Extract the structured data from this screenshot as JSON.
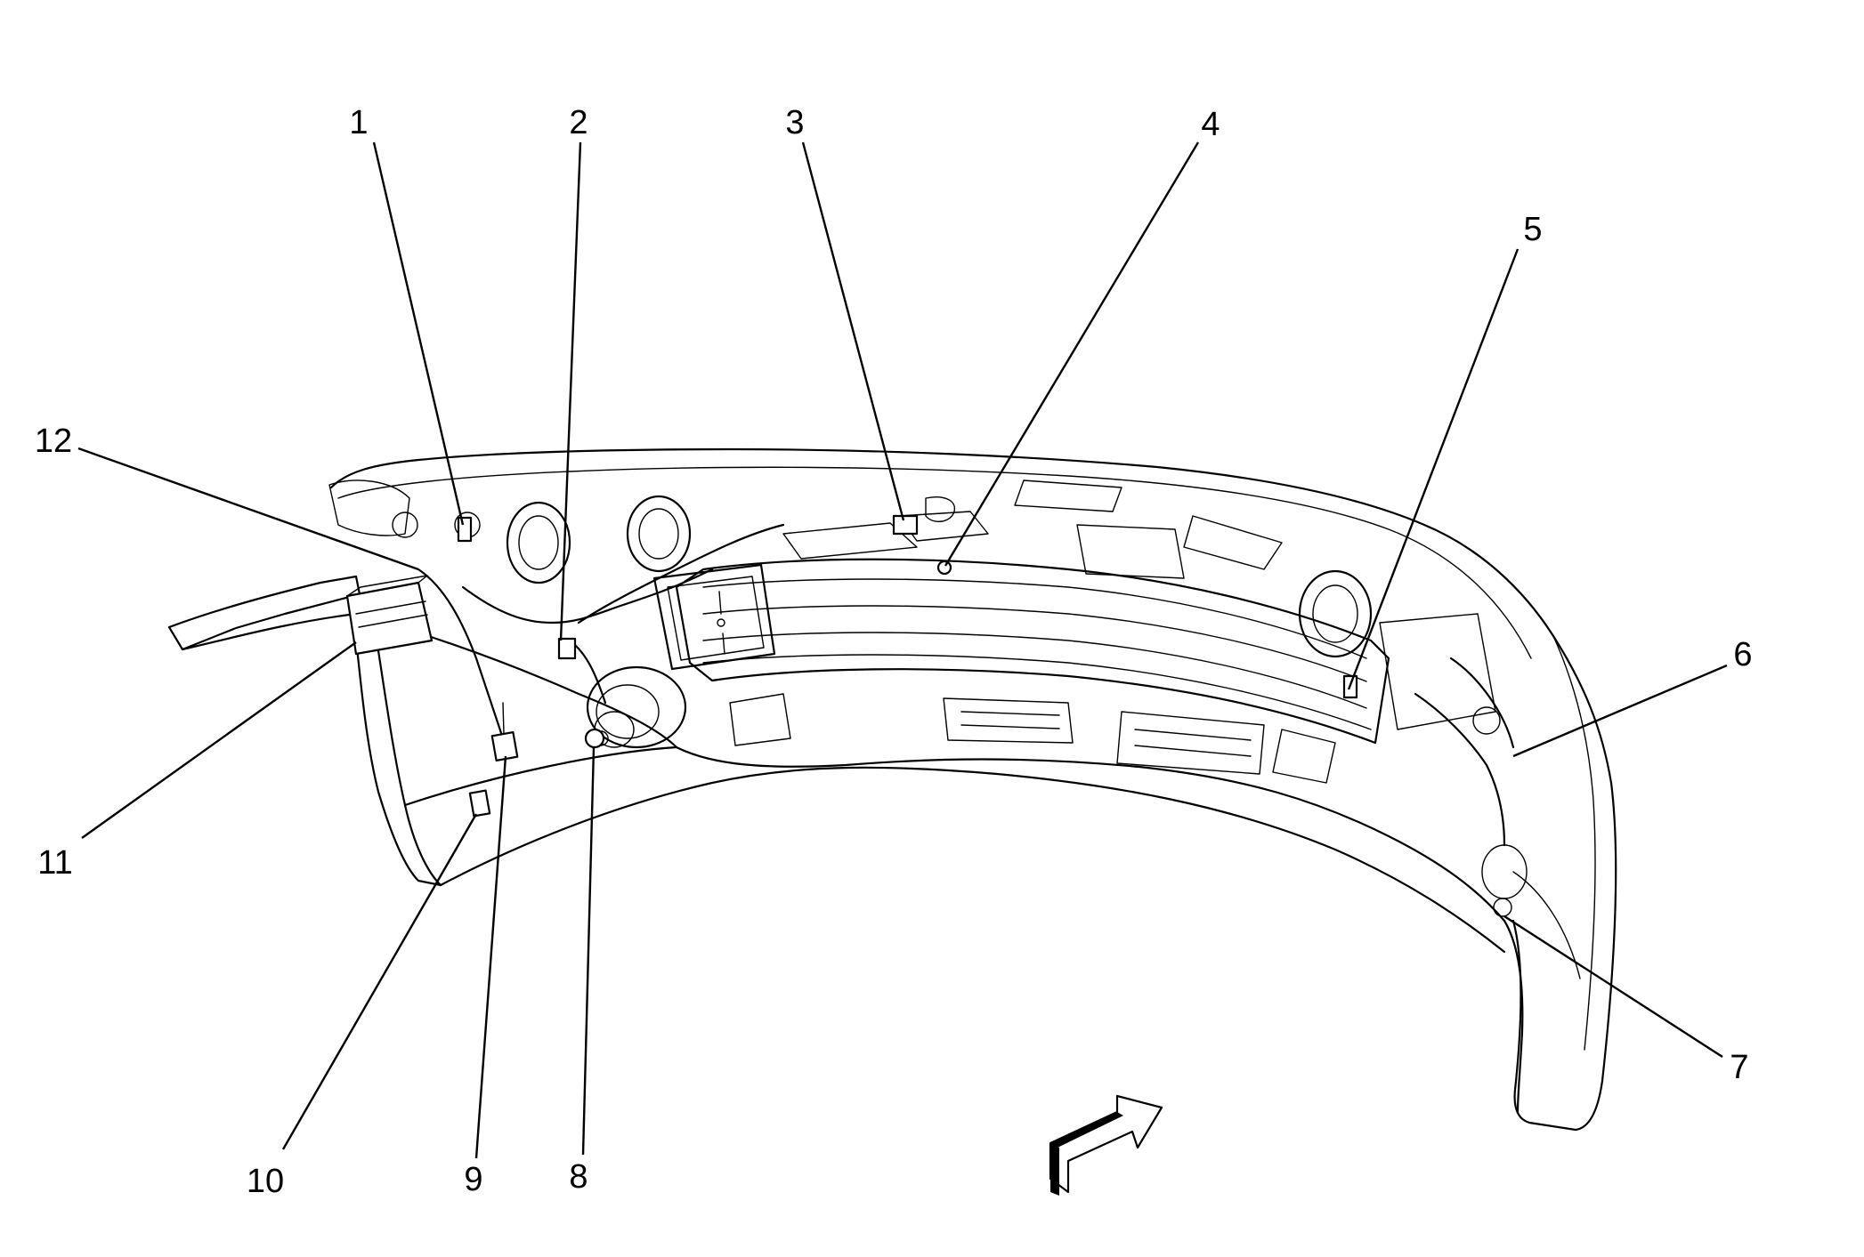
{
  "callouts": {
    "c1": "1",
    "c2": "2",
    "c3": "3",
    "c4": "4",
    "c5": "5",
    "c6": "6",
    "c7": "7",
    "c8": "8",
    "c9": "9",
    "c10": "10",
    "c11": "11",
    "c12": "12"
  },
  "orientation_arrow_icon": "forward-arrow-icon",
  "colors": {
    "line": "#000000",
    "background": "#ffffff"
  }
}
